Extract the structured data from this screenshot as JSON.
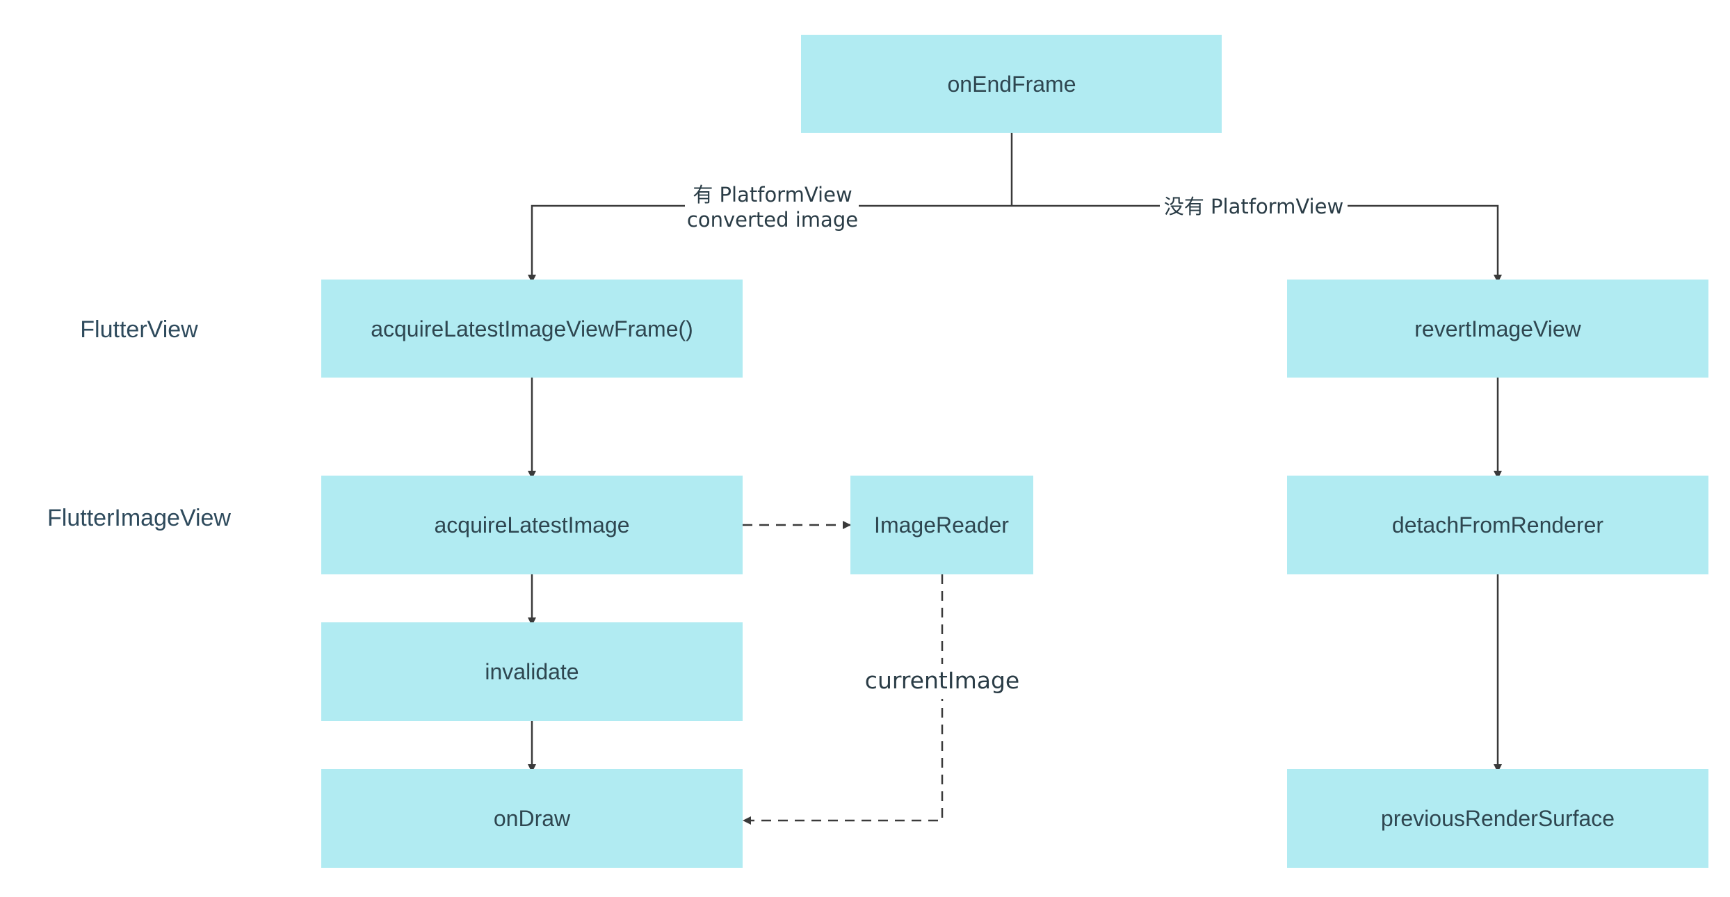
{
  "lanes": {
    "flutter_view": "FlutterView",
    "flutter_image_view": "FlutterImageView"
  },
  "nodes": {
    "on_end_frame": "onEndFrame",
    "acquire_latest_image_view_frame": "acquireLatestImageViewFrame()",
    "acquire_latest_image": "acquireLatestImage",
    "image_reader": "ImageReader",
    "invalidate": "invalidate",
    "on_draw": "onDraw",
    "revert_image_view": "revertImageView",
    "detach_from_renderer": "detachFromRenderer",
    "previous_render_surface": "previousRenderSurface"
  },
  "edges": {
    "has_platform_view_line1": "有 PlatformView",
    "has_platform_view_line2": "converted image",
    "no_platform_view": "没有 PlatformView",
    "current_image": "currentImage"
  },
  "colors": {
    "node_fill": "#b1ebf2",
    "node_text": "#2e4650",
    "edge_stroke": "#3a3a3a"
  }
}
